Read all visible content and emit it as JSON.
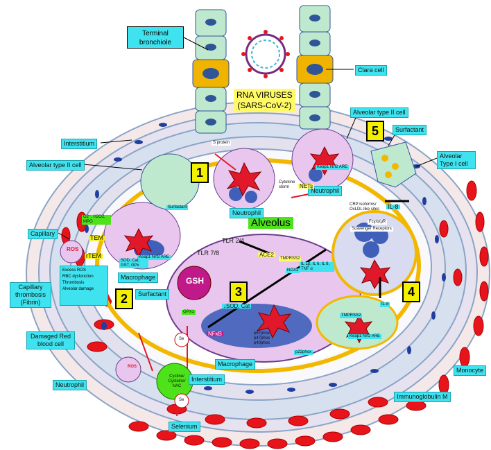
{
  "diagram": {
    "labels": {
      "terminal_bronchiole": "Terminal bronchiole",
      "rna_viruses": "RNA VIRUSES",
      "sars": "(SARS-CoV-2)",
      "clara_cell": "Clara cell",
      "alveolar_type2_right": "Alveolar type II cell",
      "surfactant_right": "Surfactant",
      "alveolar_type1": "Alveolar Type I cell",
      "interstitium_top": "Interstitium",
      "alveolar_type2_left": "Alveolar type II cell",
      "capillary": "Capillary",
      "capillary_thrombosis": "Capillary thrombosis (Fibrin)",
      "damaged_rbc": "Damaged Red blood cell",
      "neutrophil_left": "Neutrophil",
      "selenium": "Selenium",
      "interstitium_bottom": "Interstitium",
      "immunoglobulin": "Immunoglobulin M",
      "monocyte": "Monocyte",
      "alveolus": "Alveolus",
      "macrophage_left": "Macrophage",
      "macrophage_center": "Macrophage",
      "neutrophil_center": "Neutrophil",
      "neutrophil_right": "Neutrophil",
      "surfactant_left": "Surfactant",
      "surfactant_small": "Surfactant"
    },
    "markers": [
      "1",
      "2",
      "3",
      "4",
      "5"
    ],
    "thrombosis_list": [
      "Excess ROS",
      "RBC dysfunction",
      "Thrombosis",
      "Alveolar damage"
    ],
    "small_labels": {
      "tlr2": "TLR 2/4",
      "tlr7": "TLR 7/8",
      "ace2": "ACE2",
      "tmprss2": "TMPRSS2",
      "nox2": "NOX2",
      "nfkb": "NFκB",
      "nets": "NETs",
      "il8": "IL-8",
      "gsh": "GSH",
      "gpx1": "GPX1",
      "sod_cat": "↓SOD, Cat",
      "keap1": "Keap1 Nrf2 ARE",
      "il_list": "IL 1β, IL 6, IL 8, TNF α",
      "tem": "TEM",
      "rtem": "rTEM",
      "cystine": "Cystine/ Cysteine/ NAC",
      "se": "Se",
      "ros": "ROS",
      "crp": "CRP isoforms/ OxLDL like sites",
      "scav": "Scavenger Receptors",
      "fcy": "Fcγ/α/μR",
      "sprot": "S protein",
      "cytokine": "Cytokine storm",
      "sodlist": "SOD, Cat, GST, GPx",
      "o2list": "O2⁻, H2O2, MPO",
      "p67": "p67phox p47phox p40phox",
      "p22": "p22phox"
    }
  },
  "colors": {
    "yellow_label": "#f3f000",
    "cyan_label": "#3fe3ef",
    "green_label": "#4de21a",
    "rbc": "#e8141b",
    "ros_star": "#e0182a",
    "interstitium": "#ddd9ea",
    "epithelium": "#c9d7ec",
    "surfactant": "#f2b800",
    "bronchiole_cell": "#bfe9cf",
    "clara_cell": "#f0b400",
    "nucleus": "#1f3f9e",
    "cell_body": "#e8c6ee"
  }
}
